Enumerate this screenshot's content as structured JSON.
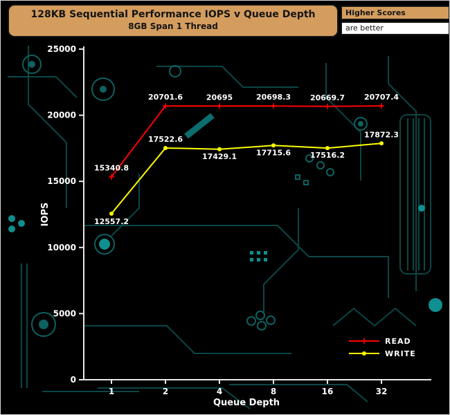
{
  "header": {
    "title": "128KB Sequential Performance IOPS v Queue Depth",
    "subtitle": "8GB Span 1 Thread",
    "higher_scores": "Higher Scores",
    "are_better": "are better"
  },
  "colors": {
    "header_bg": "#d49d5e",
    "read_line": "#ff0000",
    "write_line": "#ffff00",
    "axis": "#e8e8e8",
    "label_text": "#ffffff",
    "background": "#000000",
    "circuit_trace": "#0a4747"
  },
  "chart_data": {
    "type": "line",
    "title": "128KB Sequential Performance IOPS v Queue Depth",
    "subtitle": "8GB Span 1 Thread",
    "xlabel": "Queue Depth",
    "ylabel": "IOPS",
    "categories": [
      "1",
      "2",
      "4",
      "8",
      "16",
      "32"
    ],
    "series": [
      {
        "name": "READ",
        "color": "#ff0000",
        "values": [
          15340.8,
          20701.6,
          20695,
          20698.3,
          20669.7,
          20707.4
        ]
      },
      {
        "name": "WRITE",
        "color": "#ffff00",
        "values": [
          12557.2,
          17522.6,
          17429.1,
          17715.6,
          17516.2,
          17872.3
        ]
      }
    ],
    "ylim": [
      0,
      25000
    ],
    "yticks": [
      0,
      5000,
      10000,
      15000,
      20000,
      25000
    ],
    "grid": false,
    "legend_position": "lower-right",
    "data_labels_visible": true
  }
}
